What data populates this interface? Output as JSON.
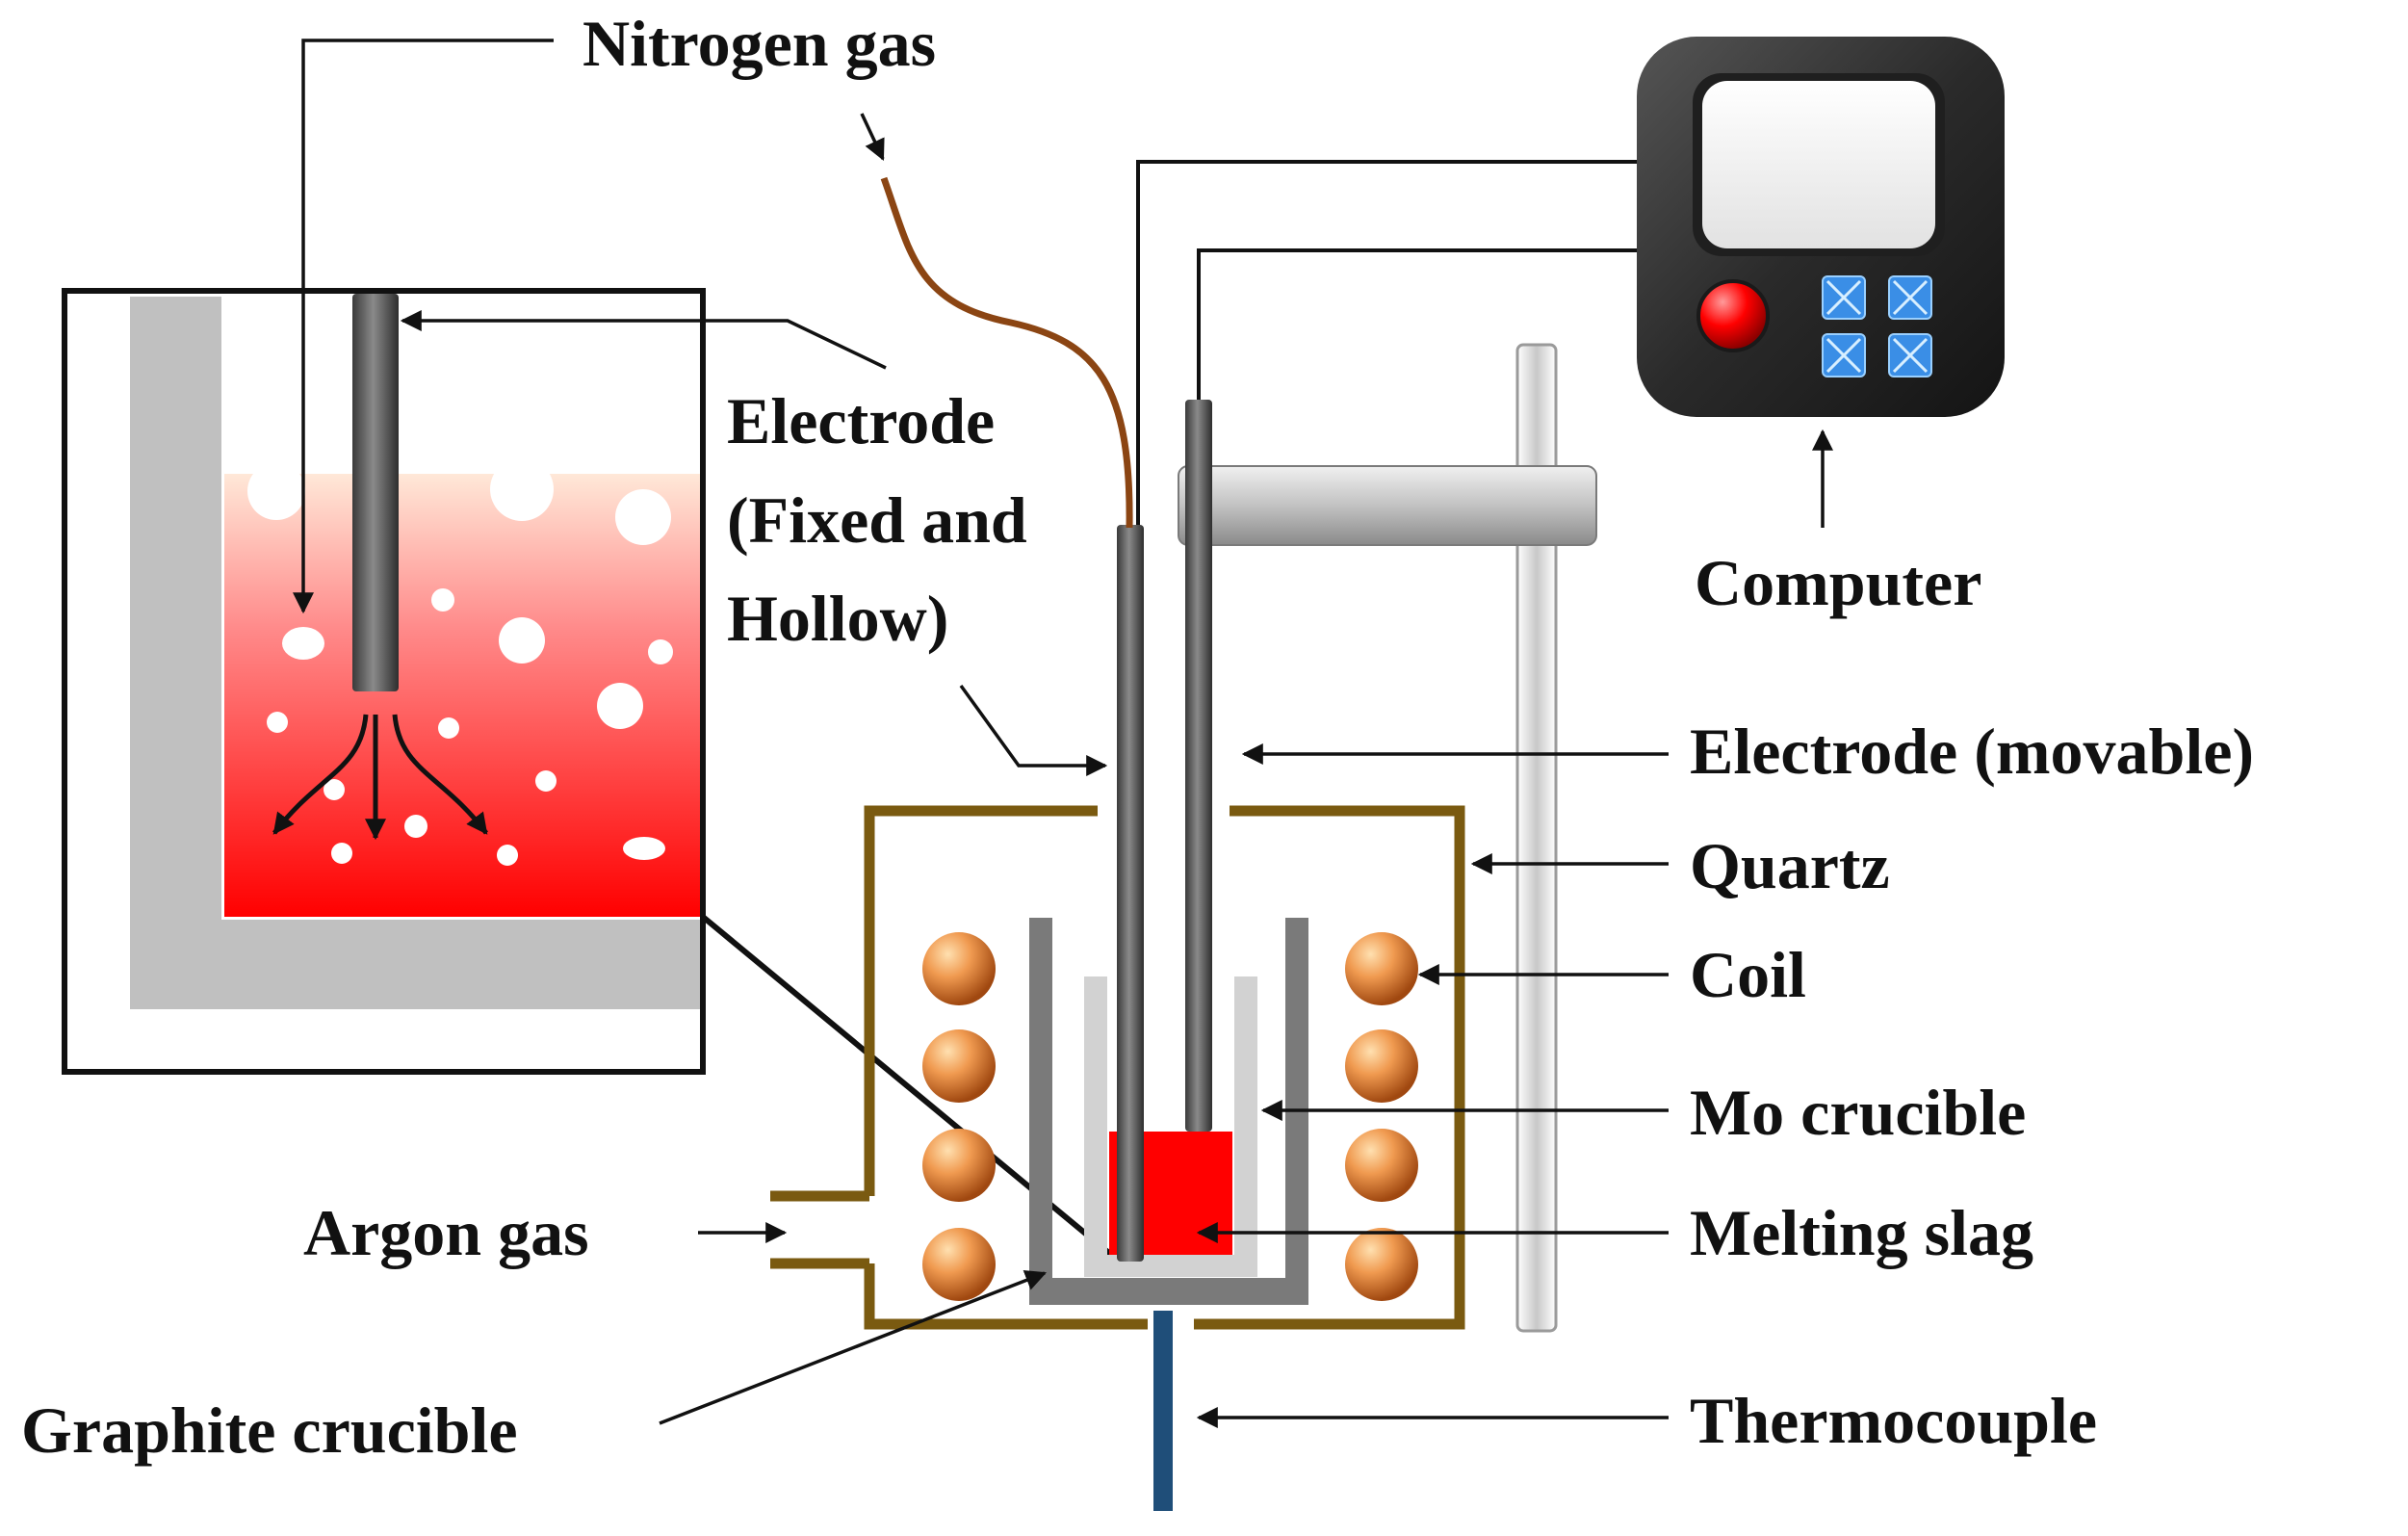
{
  "labels": {
    "nitrogen_gas": "Nitrogen gas",
    "electrode_fixed_line1": "Electrode",
    "electrode_fixed_line2": "(Fixed and",
    "electrode_fixed_line3": "Hollow)",
    "computer": "Computer",
    "electrode_movable": "Electrode (movable)",
    "quartz": "Quartz",
    "coil": "Coil",
    "mo_crucible": "Mo crucible",
    "melting_slag": "Melting slag",
    "argon_gas": "Argon gas",
    "graphite_crucible": "Graphite crucible",
    "thermocouple": "Thermocouple"
  },
  "colors": {
    "quartz_tube": "#7a5a10",
    "coil": "#e08a40",
    "slag": "#ff0000",
    "nitrogen_tube": "#8b4513",
    "thermocouple": "#1f4e79",
    "electrode": "#555555",
    "computer_body": "#333333",
    "computer_button_red": "#ff0000",
    "computer_button_blue": "#3a8ee6"
  },
  "icons": {
    "computer": "computer-controller-icon"
  }
}
